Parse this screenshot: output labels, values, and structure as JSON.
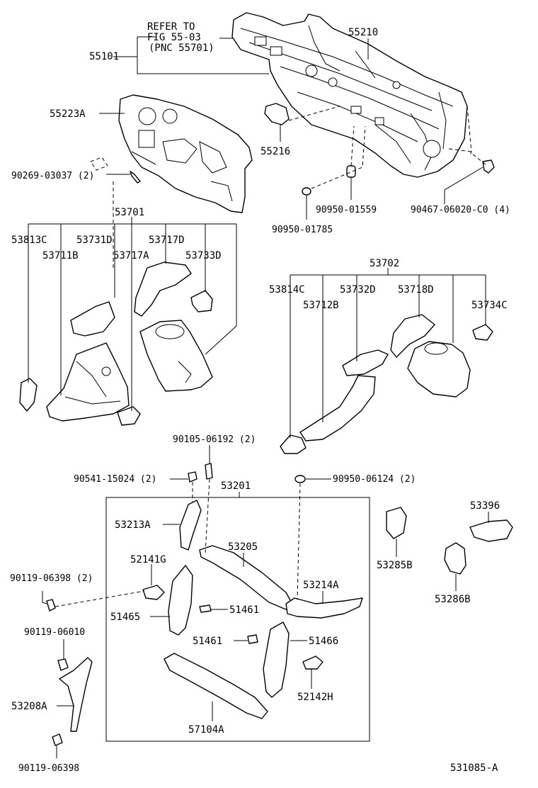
{
  "labels": {
    "l55101": "55101",
    "refer1": "REFER TO",
    "refer2": "FIG 55-03",
    "refer3": "(PNC 55701)",
    "l55210": "55210",
    "l55223a": "55223A",
    "l55216": "55216",
    "l90269": "90269-03037 (2)",
    "l90950_01559": "90950-01559",
    "l90467": "90467-06020-C0 (4)",
    "l90950_01785": "90950-01785",
    "l53701": "53701",
    "l53813c": "53813C",
    "l53731d": "53731D",
    "l53717d": "53717D",
    "l53711b": "53711B",
    "l53717a": "53717A",
    "l53733d": "53733D",
    "l53702": "53702",
    "l53814c": "53814C",
    "l53732d": "53732D",
    "l53718d": "53718D",
    "l53712b": "53712B",
    "l53734c": "53734C",
    "l90105": "90105-06192 (2)",
    "l90541": "90541-15024 (2)",
    "l53201": "53201",
    "l90950_06124": "90950-06124 (2)",
    "l53213a": "53213A",
    "l53205": "53205",
    "l53396": "53396",
    "l90119_06398a": "90119-06398 (2)",
    "l52141g": "52141G",
    "l53285b": "53285B",
    "l53214a": "53214A",
    "l51465": "51465",
    "l51461a": "51461",
    "l53286b": "53286B",
    "l90119_06010": "90119-06010",
    "l51461b": "51461",
    "l51466": "51466",
    "l52142h": "52142H",
    "l53208a": "53208A",
    "l57104a": "57104A",
    "l90119_06398b": "90119-06398",
    "l531085a": "531085-A"
  }
}
